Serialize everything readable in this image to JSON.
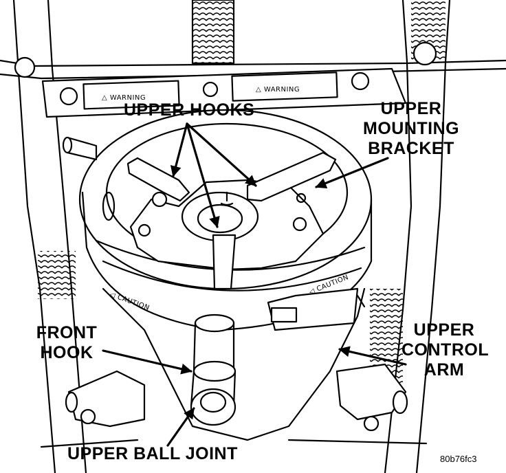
{
  "labels": {
    "upper_hooks": "UPPER HOOKS",
    "upper_mounting_bracket": [
      "UPPER",
      "MOUNTING",
      "BRACKET"
    ],
    "front_hook": [
      "FRONT",
      "HOOK"
    ],
    "upper_control_arm": [
      "UPPER",
      "CONTROL",
      "ARM"
    ],
    "upper_ball_joint": "UPPER BALL JOINT"
  },
  "plate_text": {
    "warning_left": "△ WARNING",
    "warning_right": "△ WARNING",
    "caution_left": "◁ CAUTION",
    "caution_right": "◁ CAUTION"
  },
  "figure_code": "80b76fc3",
  "colors": {
    "ink": "#000000",
    "paper": "#ffffff"
  }
}
